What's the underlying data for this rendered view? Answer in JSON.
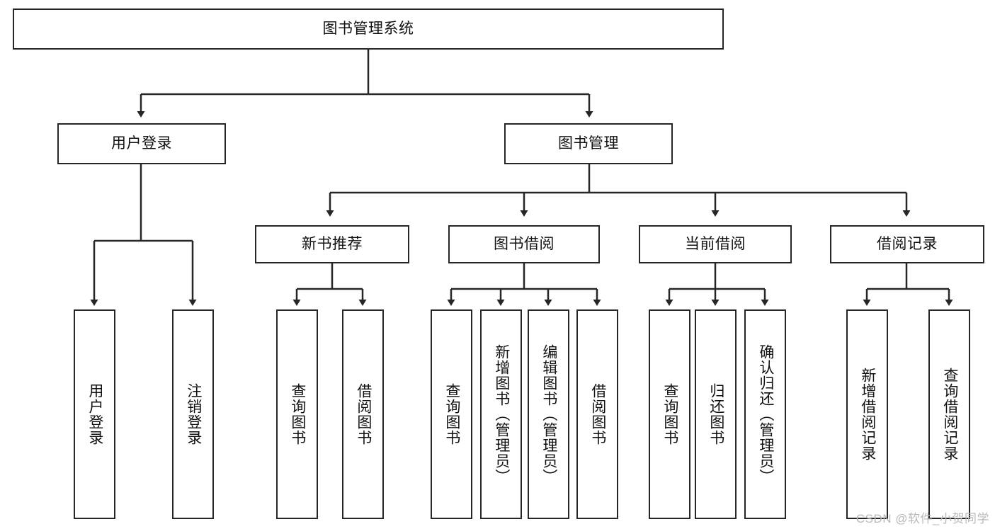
{
  "diagram": {
    "type": "tree",
    "title": "图书管理系统",
    "root": {
      "label": "图书管理系统"
    },
    "level2": [
      {
        "label": "用户登录"
      },
      {
        "label": "图书管理"
      }
    ],
    "level3": [
      {
        "label": "新书推荐"
      },
      {
        "label": "图书借阅"
      },
      {
        "label": "当前借阅"
      },
      {
        "label": "借阅记录"
      }
    ],
    "leaves": {
      "user_login": [
        {
          "label": "用户登录"
        },
        {
          "label": "注销登录"
        }
      ],
      "new_book_recommend": [
        {
          "label": "查询图书"
        },
        {
          "label": "借阅图书"
        }
      ],
      "book_borrow": [
        {
          "label": "查询图书"
        },
        {
          "label": "新增图书（管理员）"
        },
        {
          "label": "编辑图书（管理员）"
        },
        {
          "label": "借阅图书"
        }
      ],
      "current_borrow": [
        {
          "label": "查询图书"
        },
        {
          "label": "归还图书"
        },
        {
          "label": "确认归还（管理员）"
        }
      ],
      "borrow_record": [
        {
          "label": "新增借阅记录"
        },
        {
          "label": "查询借阅记录"
        }
      ]
    }
  },
  "watermark": {
    "text": "CSDN @软件_小贺同学"
  },
  "colors": {
    "stroke": "#262626",
    "background": "#ffffff",
    "text": "#111111",
    "watermark": "#b9b9b9"
  }
}
